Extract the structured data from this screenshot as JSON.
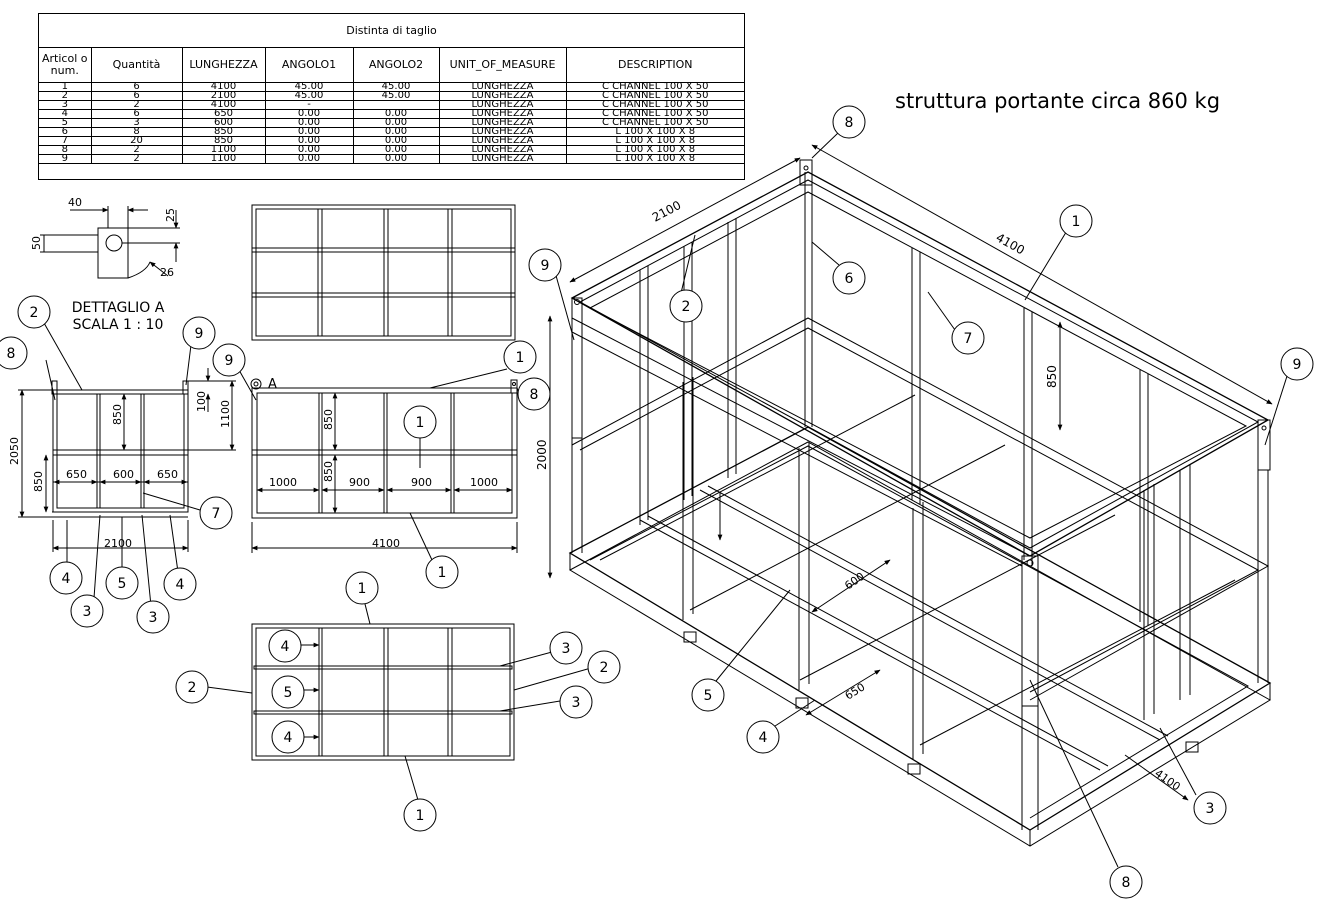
{
  "bom": {
    "title": "Distinta di taglio",
    "headers": [
      "Articol o num.",
      "Quantità",
      "LUNGHEZZA",
      "ANGOLO1",
      "ANGOLO2",
      "UNIT_OF_MEASURE",
      "DESCRIPTION"
    ],
    "rows": [
      [
        "1",
        "6",
        "4100",
        "45.00",
        "45.00",
        "LUNGHEZZA",
        "C CHANNEL 100 X 50"
      ],
      [
        "2",
        "6",
        "2100",
        "45.00",
        "45.00",
        "LUNGHEZZA",
        "C CHANNEL 100 X 50"
      ],
      [
        "3",
        "2",
        "4100",
        "-",
        "",
        "LUNGHEZZA",
        "C CHANNEL 100 X 50"
      ],
      [
        "4",
        "6",
        "650",
        "0.00",
        "0.00",
        "LUNGHEZZA",
        "C CHANNEL 100 X 50"
      ],
      [
        "5",
        "3",
        "600",
        "0.00",
        "0.00",
        "LUNGHEZZA",
        "C CHANNEL 100 X 50"
      ],
      [
        "6",
        "8",
        "850",
        "0.00",
        "0.00",
        "LUNGHEZZA",
        "L 100 X 100 X 8"
      ],
      [
        "7",
        "20",
        "850",
        "0.00",
        "0.00",
        "LUNGHEZZA",
        "L 100 X 100 X 8"
      ],
      [
        "8",
        "2",
        "1100",
        "0.00",
        "0.00",
        "LUNGHEZZA",
        "L 100 X 100 X 8"
      ],
      [
        "9",
        "2",
        "1100",
        "0.00",
        "0.00",
        "LUNGHEZZA",
        "L 100 X 100 X 8"
      ]
    ]
  },
  "heading": "struttura portante circa 860 kg",
  "detail": {
    "label_1": "DETTAGLIO A",
    "label_2": "SCALA 1 : 10",
    "dims": {
      "w": "40",
      "h1": "25",
      "h2": "50",
      "r": "26"
    },
    "marker": "A"
  },
  "side_view": {
    "dims": {
      "height_total": "2050",
      "height_low": "850",
      "height_mid": "850",
      "height_post": "1100",
      "post_top": "100",
      "width": "2100",
      "bay_1": "650",
      "bay_2": "600",
      "bay_3": "650"
    }
  },
  "front_view": {
    "dims": {
      "height_mid": "850",
      "height_low": "850",
      "length": "4100",
      "bay_1": "1000",
      "bay_2": "900",
      "bay_3": "900",
      "bay_4": "1000"
    }
  },
  "iso_view": {
    "dims": {
      "width": "2100",
      "length": "4100",
      "height": "2000",
      "panel": "850",
      "bay_a": "600",
      "bay_b": "650",
      "base_len": "4100"
    }
  },
  "balloons": {
    "b1": "1",
    "b2": "2",
    "b3": "3",
    "b4": "4",
    "b5": "5",
    "b6": "6",
    "b7": "7",
    "b8": "8",
    "b9": "9"
  }
}
